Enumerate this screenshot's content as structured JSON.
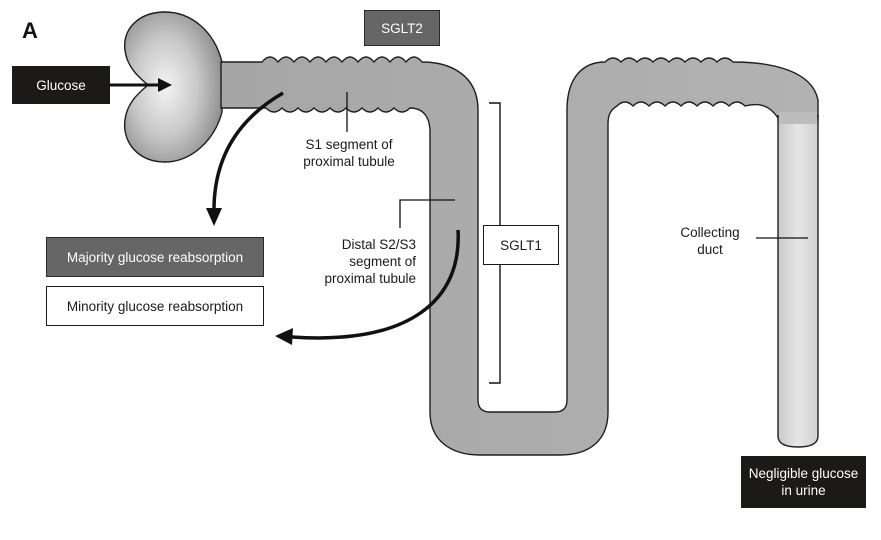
{
  "panel_label": "A",
  "labels": {
    "glucose": "Glucose",
    "sglt2": "SGLT2",
    "sglt1": "SGLT1",
    "s1_segment_line1": "S1 segment of",
    "s1_segment_line2": "proximal tubule",
    "distal_line1": "Distal S2/S3",
    "distal_line2": "segment of",
    "distal_line3": "proximal tubule",
    "collecting_line1": "Collecting",
    "collecting_line2": "duct",
    "majority": "Majority glucose reabsorption",
    "minority": "Minority glucose reabsorption",
    "urine_line1": "Negligible glucose",
    "urine_line2": "in urine"
  },
  "colors": {
    "tubule_fill": "#aaaaaa",
    "tubule_stroke": "#1e1e1e",
    "dark_box": "#1c1a19",
    "mid_box": "#666666"
  }
}
